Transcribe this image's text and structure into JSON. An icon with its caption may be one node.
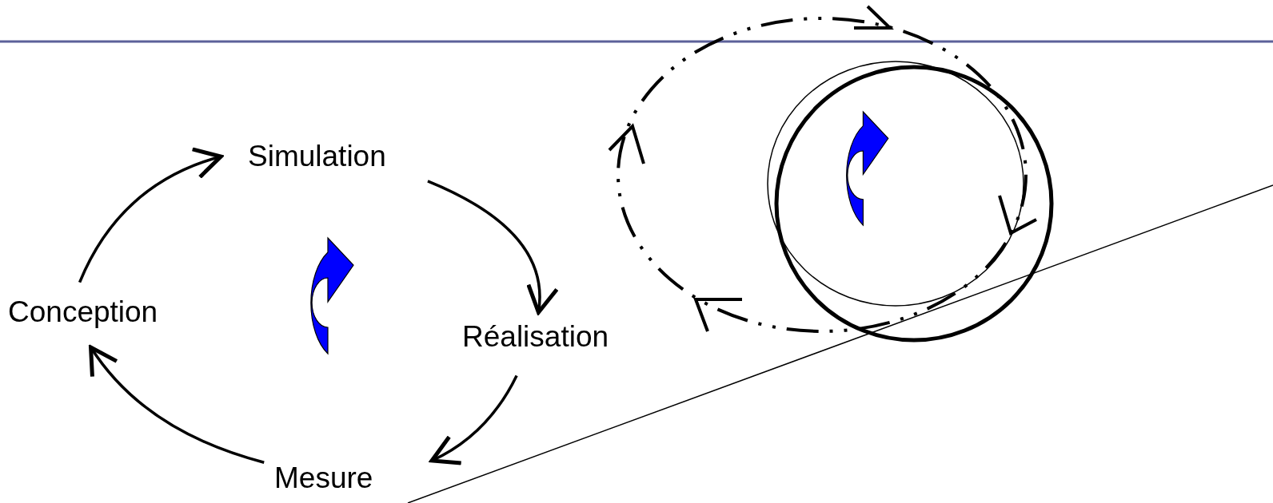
{
  "diagram": {
    "nodes": [
      {
        "text": [
          "Simulation"
        ]
      },
      {
        "text": [
          "Réalisation"
        ]
      },
      {
        "text": [
          "Mesure"
        ]
      },
      {
        "text": [
          "Conception"
        ]
      }
    ],
    "edges": [
      {
        "from": 0,
        "to": 1,
        "arrow": "to"
      },
      {
        "from": 1,
        "to": 2,
        "arrow": "to"
      },
      {
        "from": 2,
        "to": 3,
        "arrow": "to"
      },
      {
        "from": 3,
        "to": 0,
        "arrow": "to"
      }
    ]
  }
}
